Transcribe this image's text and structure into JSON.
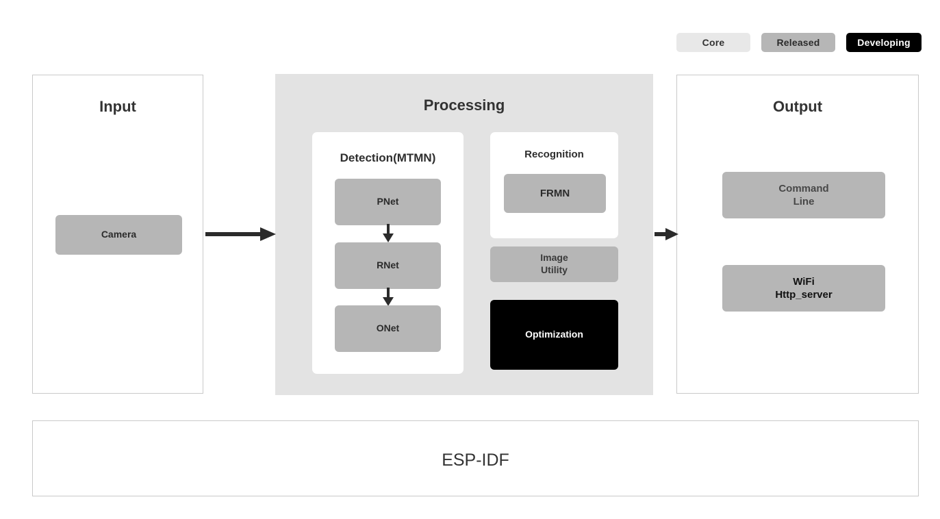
{
  "legend": {
    "items": [
      {
        "label": "Core",
        "color": "#e8e8e8",
        "text_color": "#333333"
      },
      {
        "label": "Released",
        "color": "#b6b6b6",
        "text_color": "#2b2b2b"
      },
      {
        "label": "Developing",
        "color": "#000000",
        "text_color": "#ffffff"
      }
    ]
  },
  "input_panel": {
    "title": "Input",
    "nodes": [
      {
        "label": "Camera",
        "status": "Released"
      }
    ]
  },
  "processing_panel": {
    "title": "Processing",
    "detection": {
      "title": "Detection(MTMN)",
      "nodes": [
        {
          "label": "PNet",
          "status": "Released"
        },
        {
          "label": "RNet",
          "status": "Released"
        },
        {
          "label": "ONet",
          "status": "Released"
        }
      ]
    },
    "recognition": {
      "title": "Recognition",
      "nodes": [
        {
          "label": "FRMN",
          "status": "Released"
        }
      ]
    },
    "nodes": [
      {
        "label": "Image\nUtility",
        "status": "Released"
      },
      {
        "label": "Optimization",
        "status": "Developing"
      }
    ]
  },
  "output_panel": {
    "title": "Output",
    "nodes": [
      {
        "label": "Command\nLine",
        "status": "Released"
      },
      {
        "label": "WiFi\nHttp_server",
        "status": "Released"
      }
    ]
  },
  "foundation_panel": {
    "title": "ESP-IDF"
  },
  "arrows": {
    "input_to_processing": "→",
    "processing_to_output": "→",
    "pnet_to_rnet": "↓",
    "rnet_to_onet": "↓"
  },
  "colors": {
    "core": "#e8e8e8",
    "released": "#b6b6b6",
    "developing": "#000000",
    "panel_background": "#e3e3e3",
    "panel_border": "#c9c9c9",
    "arrow": "#2b2b2b"
  }
}
